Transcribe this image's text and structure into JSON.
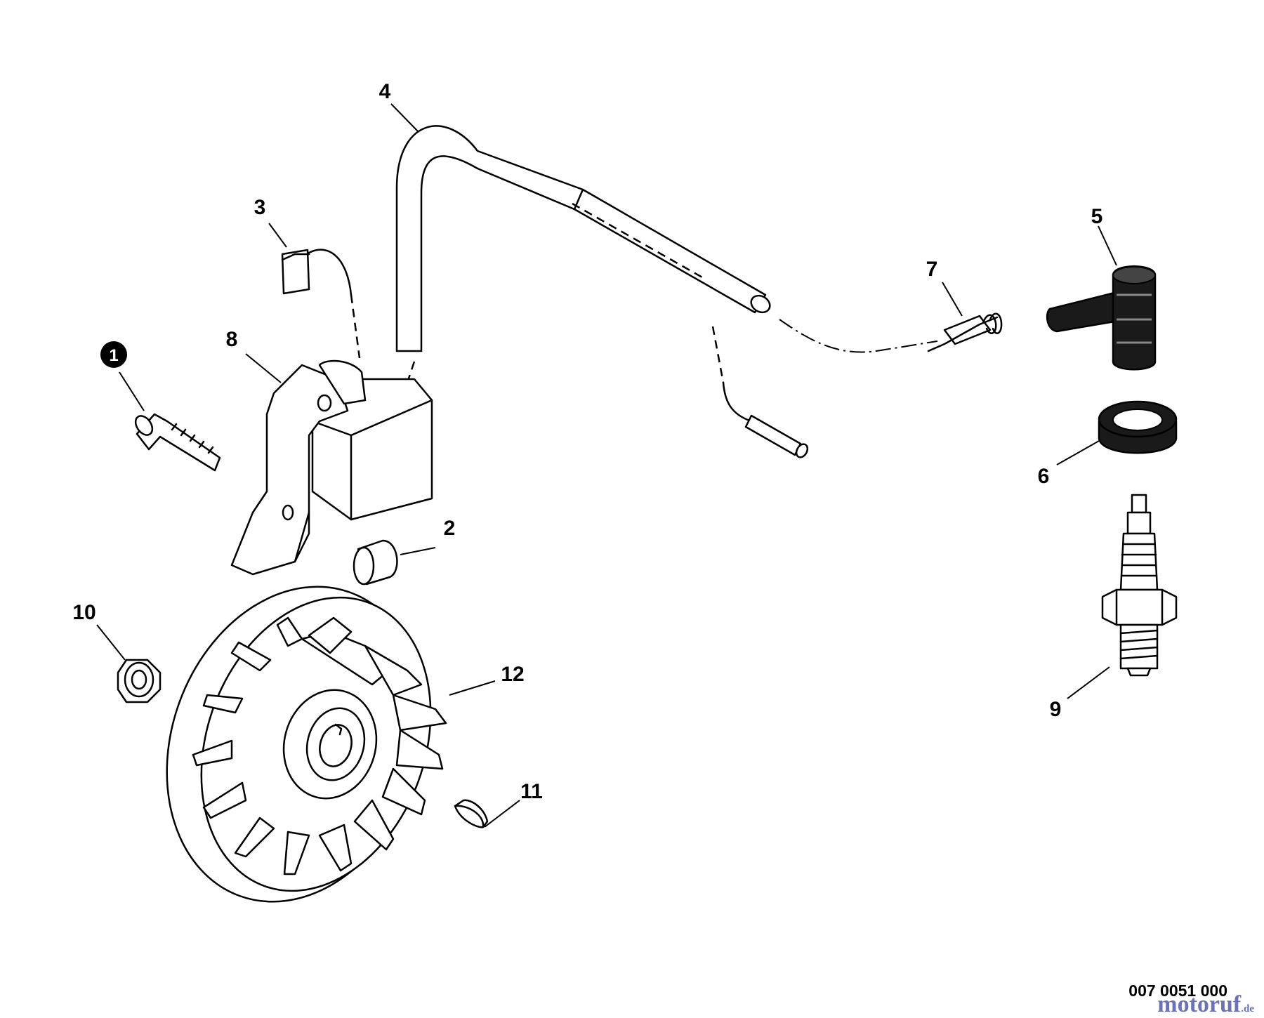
{
  "callouts": {
    "c1": "1",
    "c2": "2",
    "c3": "3",
    "c4": "4",
    "c5": "5",
    "c6": "6",
    "c7": "7",
    "c8": "8",
    "c9": "9",
    "c10": "10",
    "c11": "11",
    "c12": "12"
  },
  "drawing_number": "007 0051 000",
  "watermark": {
    "main": "motoruf",
    "suffix": ".de"
  }
}
